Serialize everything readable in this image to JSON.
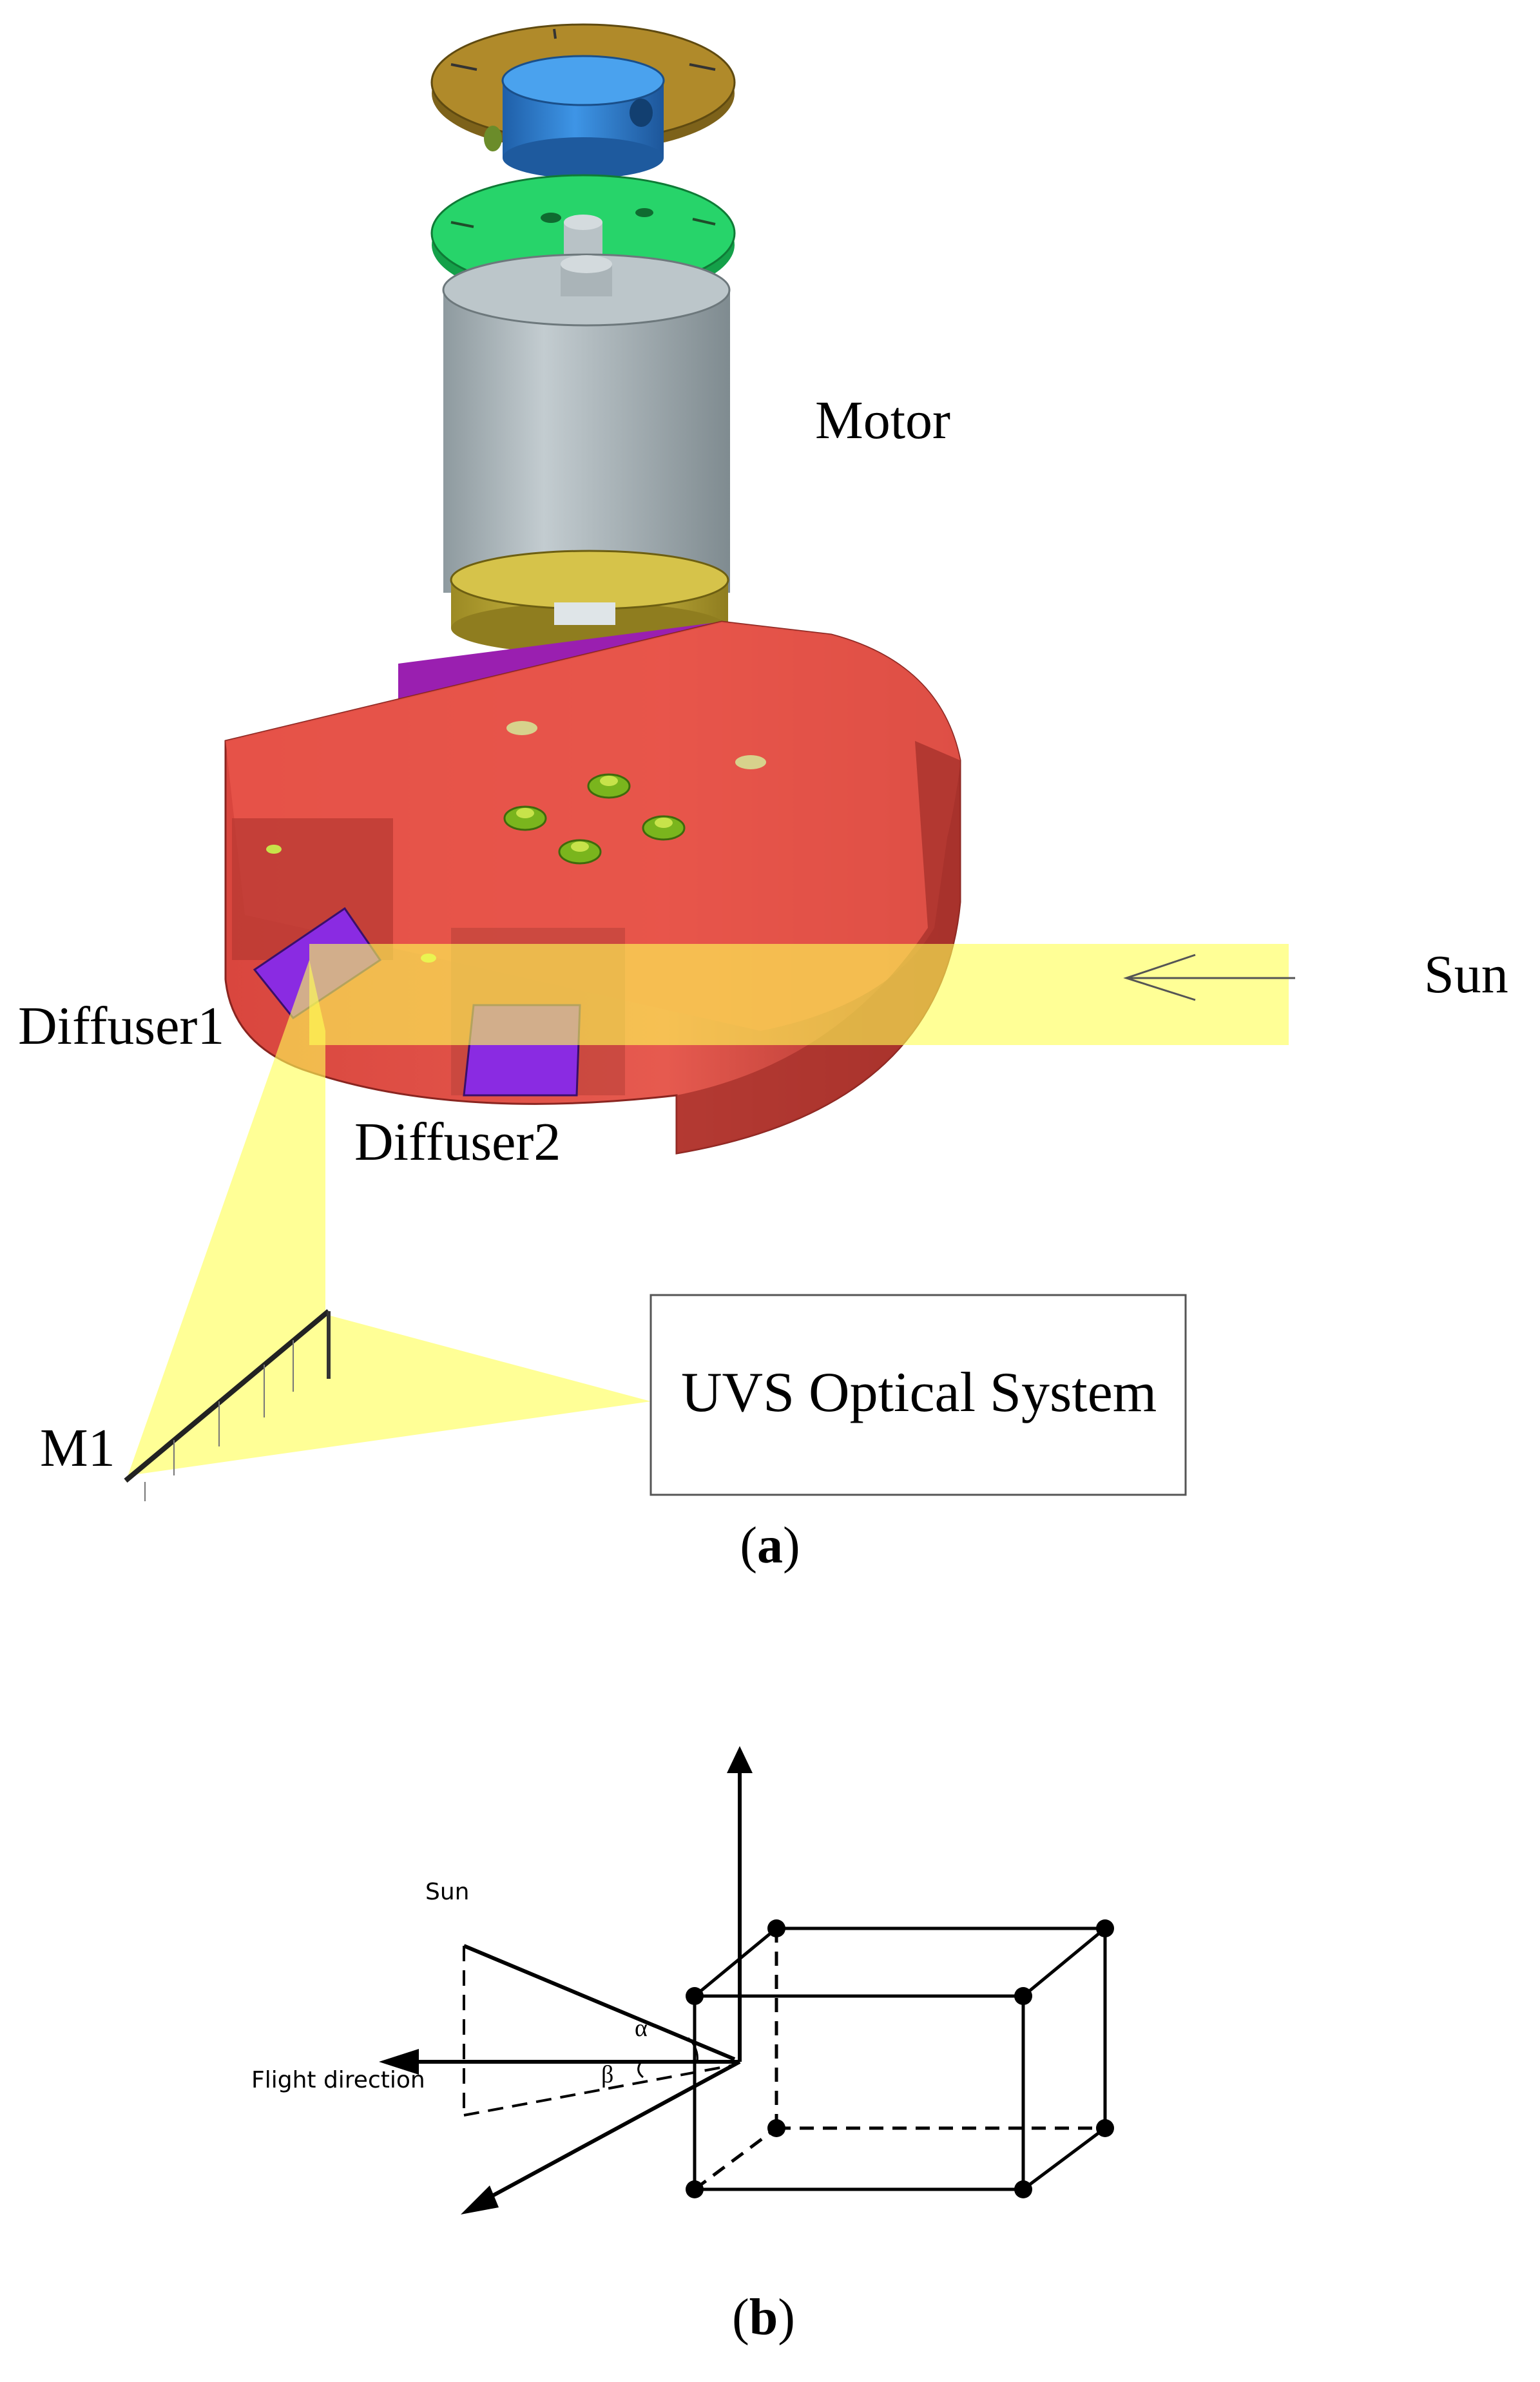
{
  "panel_a": {
    "label_prefix": "(",
    "label_letter": "a",
    "label_suffix": ")",
    "motor_label": "Motor",
    "sun_label": "Sun",
    "diffuser1_label": "Diffuser1",
    "diffuser2_label": "Diffuser2",
    "mirror_label": "M1",
    "optical_box_label": "UVS Optical System",
    "colors": {
      "base_plate": "#e8554a",
      "disk_top": "#b08a2a",
      "hub": "#2f7fd0",
      "disk_green": "#27d46a",
      "motor_body": "#a9b4b8",
      "motor_collar": "#c9b43a",
      "purple_part": "#9a1fb0",
      "diffuser": "#8a2be2",
      "sunbeam": "#ffff66"
    }
  },
  "panel_b": {
    "label_prefix": "(",
    "label_letter": "b",
    "label_suffix": ")",
    "sun_label": "Sun",
    "flight_label": "Flight direction",
    "alpha_symbol": "α",
    "beta_symbol": "β"
  }
}
